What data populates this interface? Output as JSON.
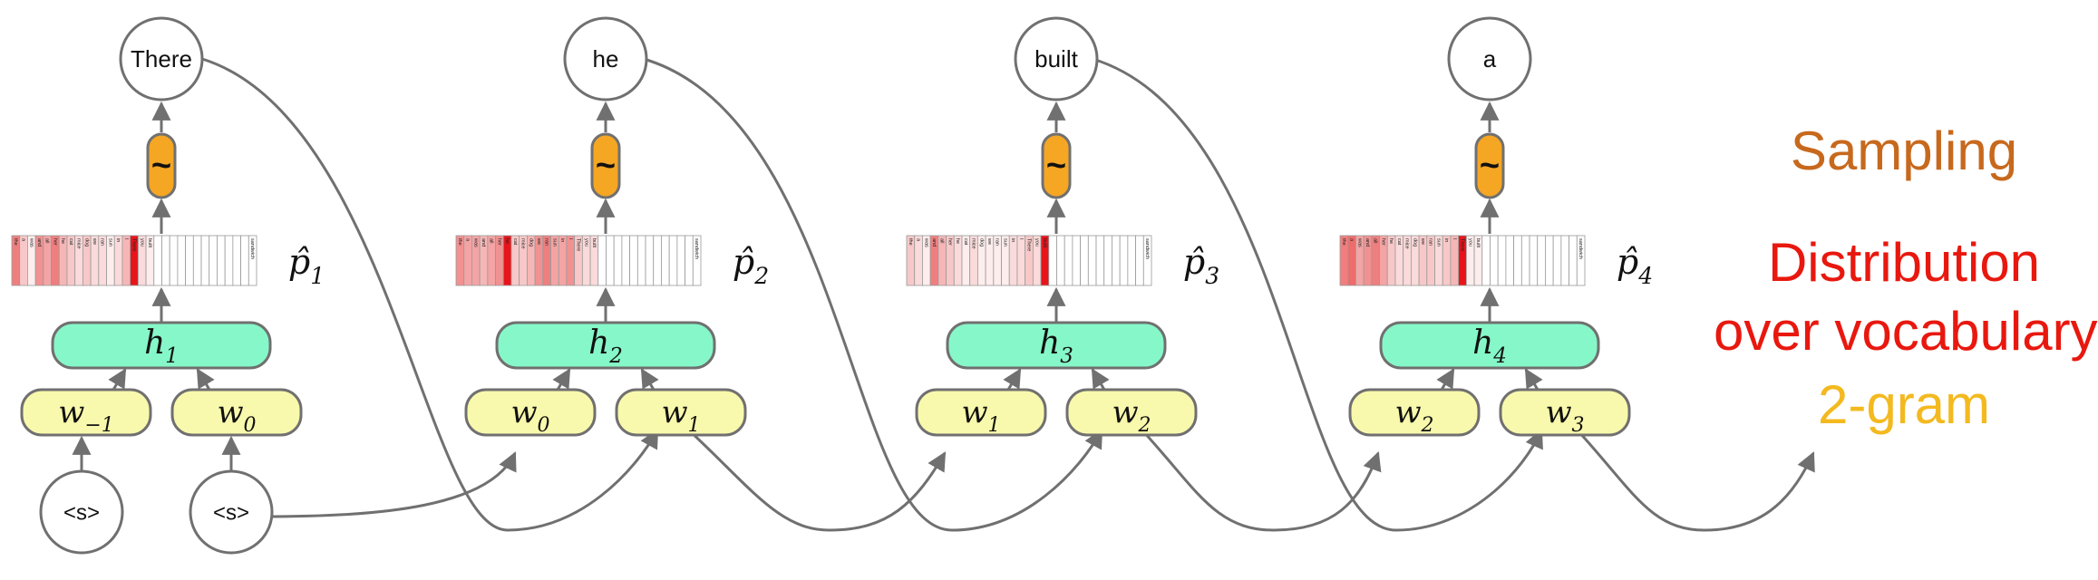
{
  "output_tokens": [
    "There",
    "he",
    "built",
    "a"
  ],
  "start_tokens": [
    "<s>",
    "<s>"
  ],
  "sampling_symbol": "~",
  "hidden_states": [
    {
      "name": "h",
      "sub": "1"
    },
    {
      "name": "h",
      "sub": "2"
    },
    {
      "name": "h",
      "sub": "3"
    },
    {
      "name": "h",
      "sub": "4"
    }
  ],
  "distributions": [
    {
      "name": "p̂",
      "sub": "1"
    },
    {
      "name": "p̂",
      "sub": "2"
    },
    {
      "name": "p̂",
      "sub": "3"
    },
    {
      "name": "p̂",
      "sub": "4"
    }
  ],
  "inputs": [
    [
      {
        "name": "w",
        "sub": "−1"
      },
      {
        "name": "w",
        "sub": "0"
      }
    ],
    [
      {
        "name": "w",
        "sub": "0"
      },
      {
        "name": "w",
        "sub": "1"
      }
    ],
    [
      {
        "name": "w",
        "sub": "1"
      },
      {
        "name": "w",
        "sub": "2"
      }
    ],
    [
      {
        "name": "w",
        "sub": "2"
      },
      {
        "name": "w",
        "sub": "3"
      }
    ]
  ],
  "vocabulary": [
    "the",
    "a",
    "was",
    "and",
    "all",
    "her",
    "he",
    "cat",
    "mice",
    "dog",
    "we",
    "ran",
    "sun",
    "in",
    "I",
    "There",
    "you",
    "built",
    "",
    "",
    "",
    "",
    "",
    "",
    "",
    "",
    "",
    "",
    "",
    "",
    "sandwich"
  ],
  "distribution_intensities": [
    [
      0.7,
      0.3,
      0.1,
      0.6,
      0.5,
      0.7,
      0.4,
      0.3,
      0.2,
      0.3,
      0.2,
      0.2,
      0.1,
      0.2,
      0.4,
      0.95,
      0.2,
      0.1,
      0,
      0,
      0,
      0,
      0,
      0,
      0,
      0,
      0,
      0,
      0,
      0,
      0
    ],
    [
      0.6,
      0.5,
      0.5,
      0.4,
      0.5,
      0.6,
      0.9,
      0.3,
      0.3,
      0.4,
      0.6,
      0.7,
      0.5,
      0.5,
      0.6,
      0.3,
      0.2,
      0.2,
      0,
      0,
      0,
      0,
      0,
      0,
      0,
      0,
      0,
      0,
      0,
      0,
      0
    ],
    [
      0.3,
      0.2,
      0.1,
      0.7,
      0.4,
      0.3,
      0.2,
      0.1,
      0.2,
      0.1,
      0.1,
      0.1,
      0.1,
      0.2,
      0.2,
      0.3,
      0.2,
      0.95,
      0,
      0,
      0,
      0,
      0,
      0,
      0,
      0,
      0,
      0,
      0,
      0,
      0
    ],
    [
      0.7,
      0.8,
      0.5,
      0.6,
      0.7,
      0.5,
      0.3,
      0.2,
      0.2,
      0.2,
      0.3,
      0.3,
      0.2,
      0.3,
      0.4,
      0.95,
      0.1,
      0.1,
      0,
      0,
      0,
      0,
      0,
      0,
      0,
      0,
      0,
      0,
      0,
      0,
      0
    ]
  ],
  "legend": {
    "sampling": "Sampling",
    "distribution_line1": "Distribution",
    "distribution_line2": "over vocabulary",
    "ngram": "2-gram"
  },
  "colors": {
    "sampling": "#c7691d",
    "distribution": "#e8180f",
    "ngram": "#f3b91f",
    "hidden": "#86f7c8",
    "input": "#f9f9ad",
    "sample_op": "#f5a623",
    "stroke": "#707070",
    "peak": "#e8141a"
  }
}
